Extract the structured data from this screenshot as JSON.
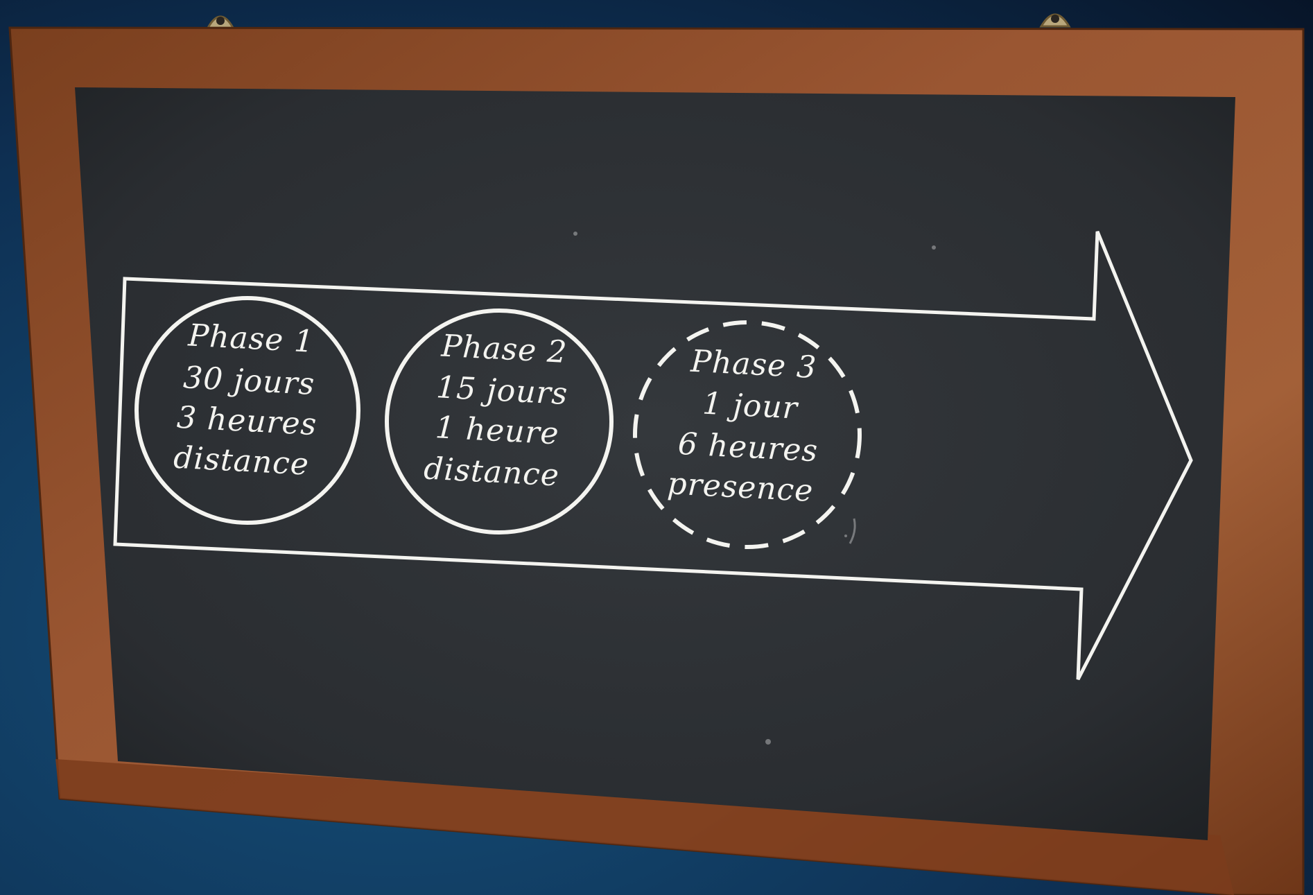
{
  "diagram": {
    "phases": [
      {
        "title": "Phase 1",
        "duration": "30 jours",
        "hours": "3 heures",
        "mode": "distance",
        "border": "solid"
      },
      {
        "title": "Phase 2",
        "duration": "15 jours",
        "hours": "1 heure",
        "mode": "distance",
        "border": "solid"
      },
      {
        "title": "Phase 3",
        "duration": "1 jour",
        "hours": "6 heures",
        "mode": "presence",
        "border": "dashed"
      }
    ]
  },
  "colors": {
    "background": "#0b1c33",
    "board": "#2b2f33",
    "frame": "#8a4a25",
    "chalk": "#f4f4f0"
  }
}
